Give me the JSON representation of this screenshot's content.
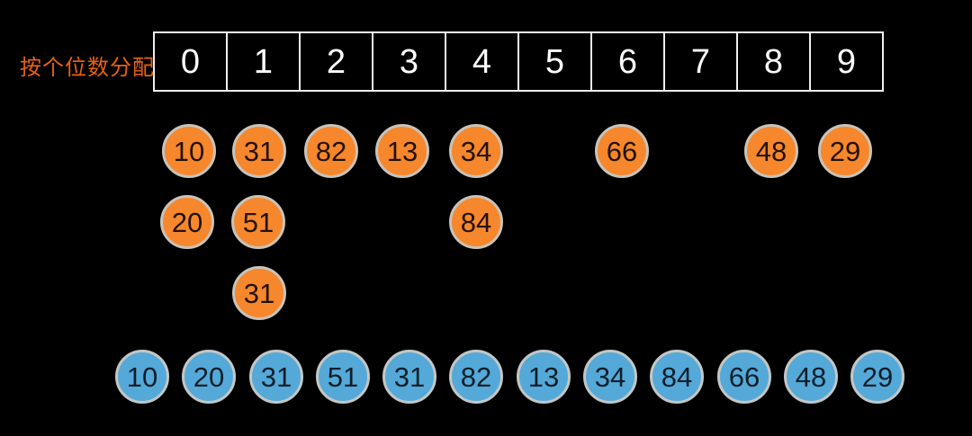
{
  "diagram": {
    "label": "按个位数分配",
    "buckets": [
      "0",
      "1",
      "2",
      "3",
      "4",
      "5",
      "6",
      "7",
      "8",
      "9"
    ],
    "bucket_rows": {
      "row1": [
        "10",
        "31",
        "82",
        "13",
        "34",
        "66",
        "48",
        "29"
      ],
      "row2": [
        "20",
        "51",
        "84"
      ],
      "row3": [
        "31"
      ]
    },
    "collected_row": [
      "10",
      "20",
      "31",
      "51",
      "31",
      "82",
      "13",
      "34",
      "84",
      "66",
      "48",
      "29"
    ],
    "colors": {
      "background": "#000000",
      "label_text": "#e8620f",
      "table_border": "#efefef",
      "table_digit": "#ffffff",
      "bucket_chip_fill": "#f6872c",
      "bucket_chip_border": "#c9c3ba",
      "bucket_chip_text": "#231204",
      "collected_chip_fill": "#54a9d8",
      "collected_chip_border": "#c3c7c5",
      "collected_chip_text": "#0d1f2b"
    }
  }
}
